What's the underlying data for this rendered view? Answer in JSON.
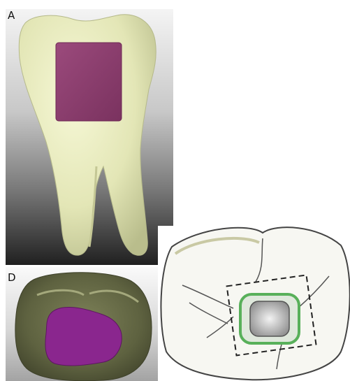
{
  "figure": {
    "panels": [
      {
        "id": "A",
        "label": "A",
        "view": "tooth-3d-model-side",
        "colors": {
          "tooth": "#e8ebc0",
          "region": "#8b3f6e"
        }
      },
      {
        "id": "D",
        "label": "D",
        "view": "tooth-occlusal-cavity",
        "colors": {
          "tooth": "#5e6240",
          "cavity": "#8a268e"
        }
      },
      {
        "id": "C",
        "label": "",
        "view": "tooth-occlusal-diagram",
        "colors": {
          "outline": "#333333",
          "access": "#58b05a",
          "dashed": "#222222"
        }
      }
    ]
  }
}
